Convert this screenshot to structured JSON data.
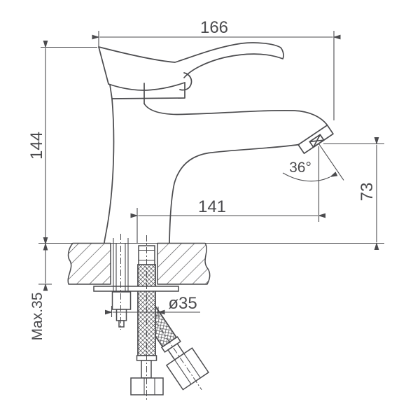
{
  "drawing": {
    "title": "faucet-installation-dimension-drawing",
    "dimensions": {
      "overall_width": "166",
      "overall_height": "144",
      "spout_reach": "141",
      "outlet_height": "73",
      "outlet_angle": "36°",
      "hole_diameter": "ø35",
      "max_deck_thickness": "Max.35"
    },
    "colors": {
      "line": "#4b4b4e",
      "background": "#ffffff"
    }
  }
}
